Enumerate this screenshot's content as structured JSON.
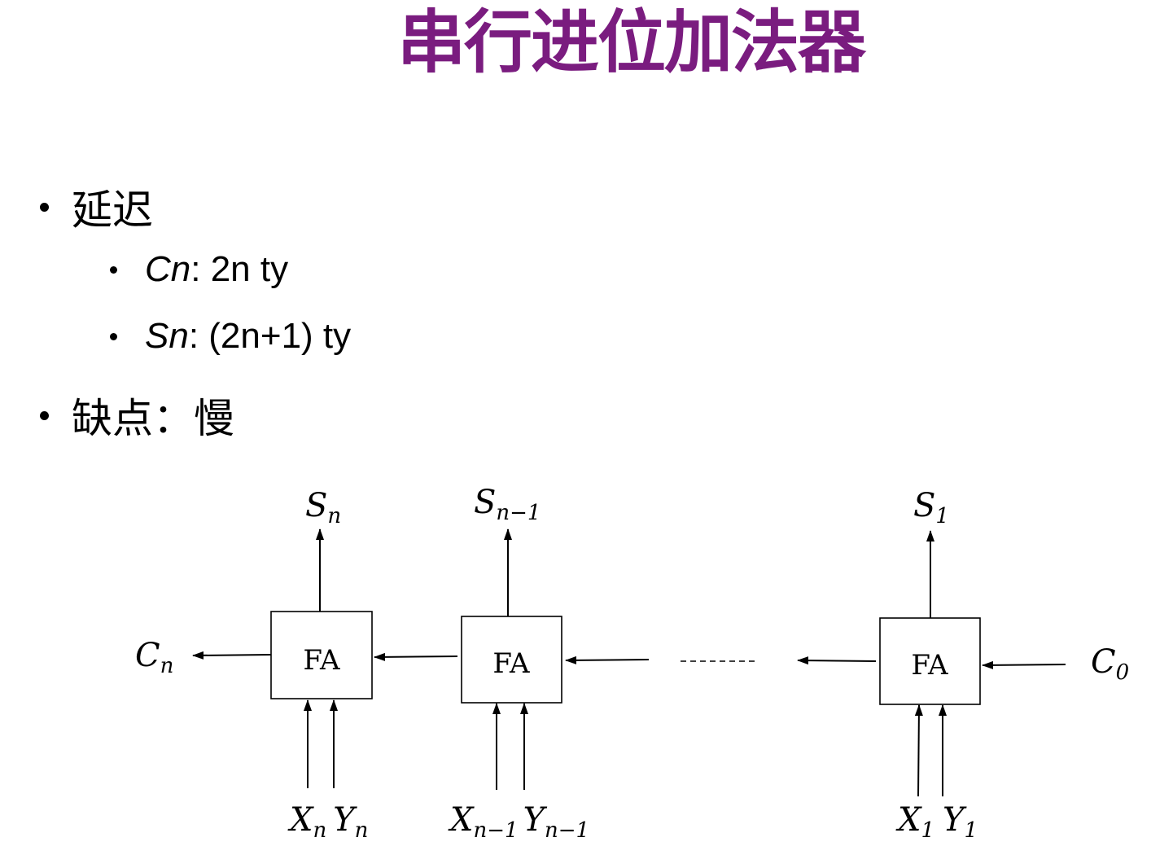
{
  "title": "串行进位加法器",
  "bullets": [
    {
      "text": "延迟"
    },
    {
      "var": "Cn",
      "text": ": 2n ty"
    },
    {
      "var": "Sn",
      "text": ": (2n+1) ty"
    },
    {
      "text": "缺点：慢"
    }
  ],
  "diagram": {
    "cells": [
      {
        "label": "FA",
        "sum": "S",
        "sum_sub": "n",
        "x": "X",
        "x_sub": "n",
        "y": "Y",
        "y_sub": "n"
      },
      {
        "label": "FA",
        "sum": "S",
        "sum_sub": "n−1",
        "x": "X",
        "x_sub": "n−1",
        "y": "Y",
        "y_sub": "n−1"
      },
      {
        "label": "FA",
        "sum": "S",
        "sum_sub": "1",
        "x": "X",
        "x_sub": "1",
        "y": "Y",
        "y_sub": "1"
      }
    ],
    "carry_out": {
      "main": "C",
      "sub": "n"
    },
    "carry_in": {
      "main": "C",
      "sub": "0"
    }
  }
}
